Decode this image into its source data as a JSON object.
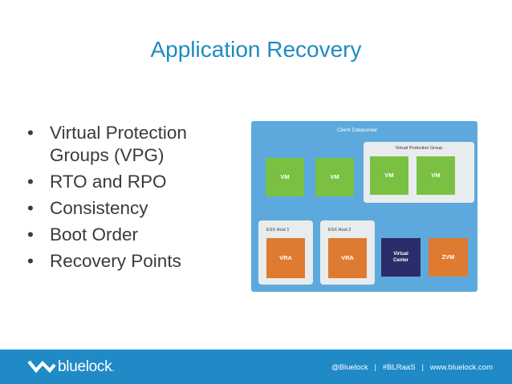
{
  "slide": {
    "title": "Application Recovery",
    "bullets": [
      {
        "text": "Virtual Protection Groups (VPG)"
      },
      {
        "text": "RTO and RPO"
      },
      {
        "text": "Consistency"
      },
      {
        "text": "Boot Order"
      },
      {
        "text": "Recovery Points"
      }
    ],
    "bullet_symbol": "•"
  },
  "diagram": {
    "datacenter_label": "Client Datacenter",
    "vpg_label": "Virtual Protection Group",
    "vms": [
      "VM",
      "VM",
      "VM",
      "VM"
    ],
    "hosts": [
      {
        "label": "ESX Host 1",
        "box": "VRA"
      },
      {
        "label": "ESX Host 2",
        "box": "VRA"
      }
    ],
    "virtual_center": "Virtual\nCenter",
    "zvm": "ZVM",
    "colors": {
      "datacenter": "#5da9dd",
      "vm": "#7ac143",
      "vra": "#df7a31",
      "virtual_center": "#2b2d6b",
      "container": "#e8ecee"
    }
  },
  "footer": {
    "brand": "bluelock",
    "brand_suffix": ".",
    "text": "@Bluelock   |   #BLRaaS   |   www.bluelock.com",
    "logo_icon": "bluelock-logo-icon",
    "color": "#1f8ac6"
  }
}
